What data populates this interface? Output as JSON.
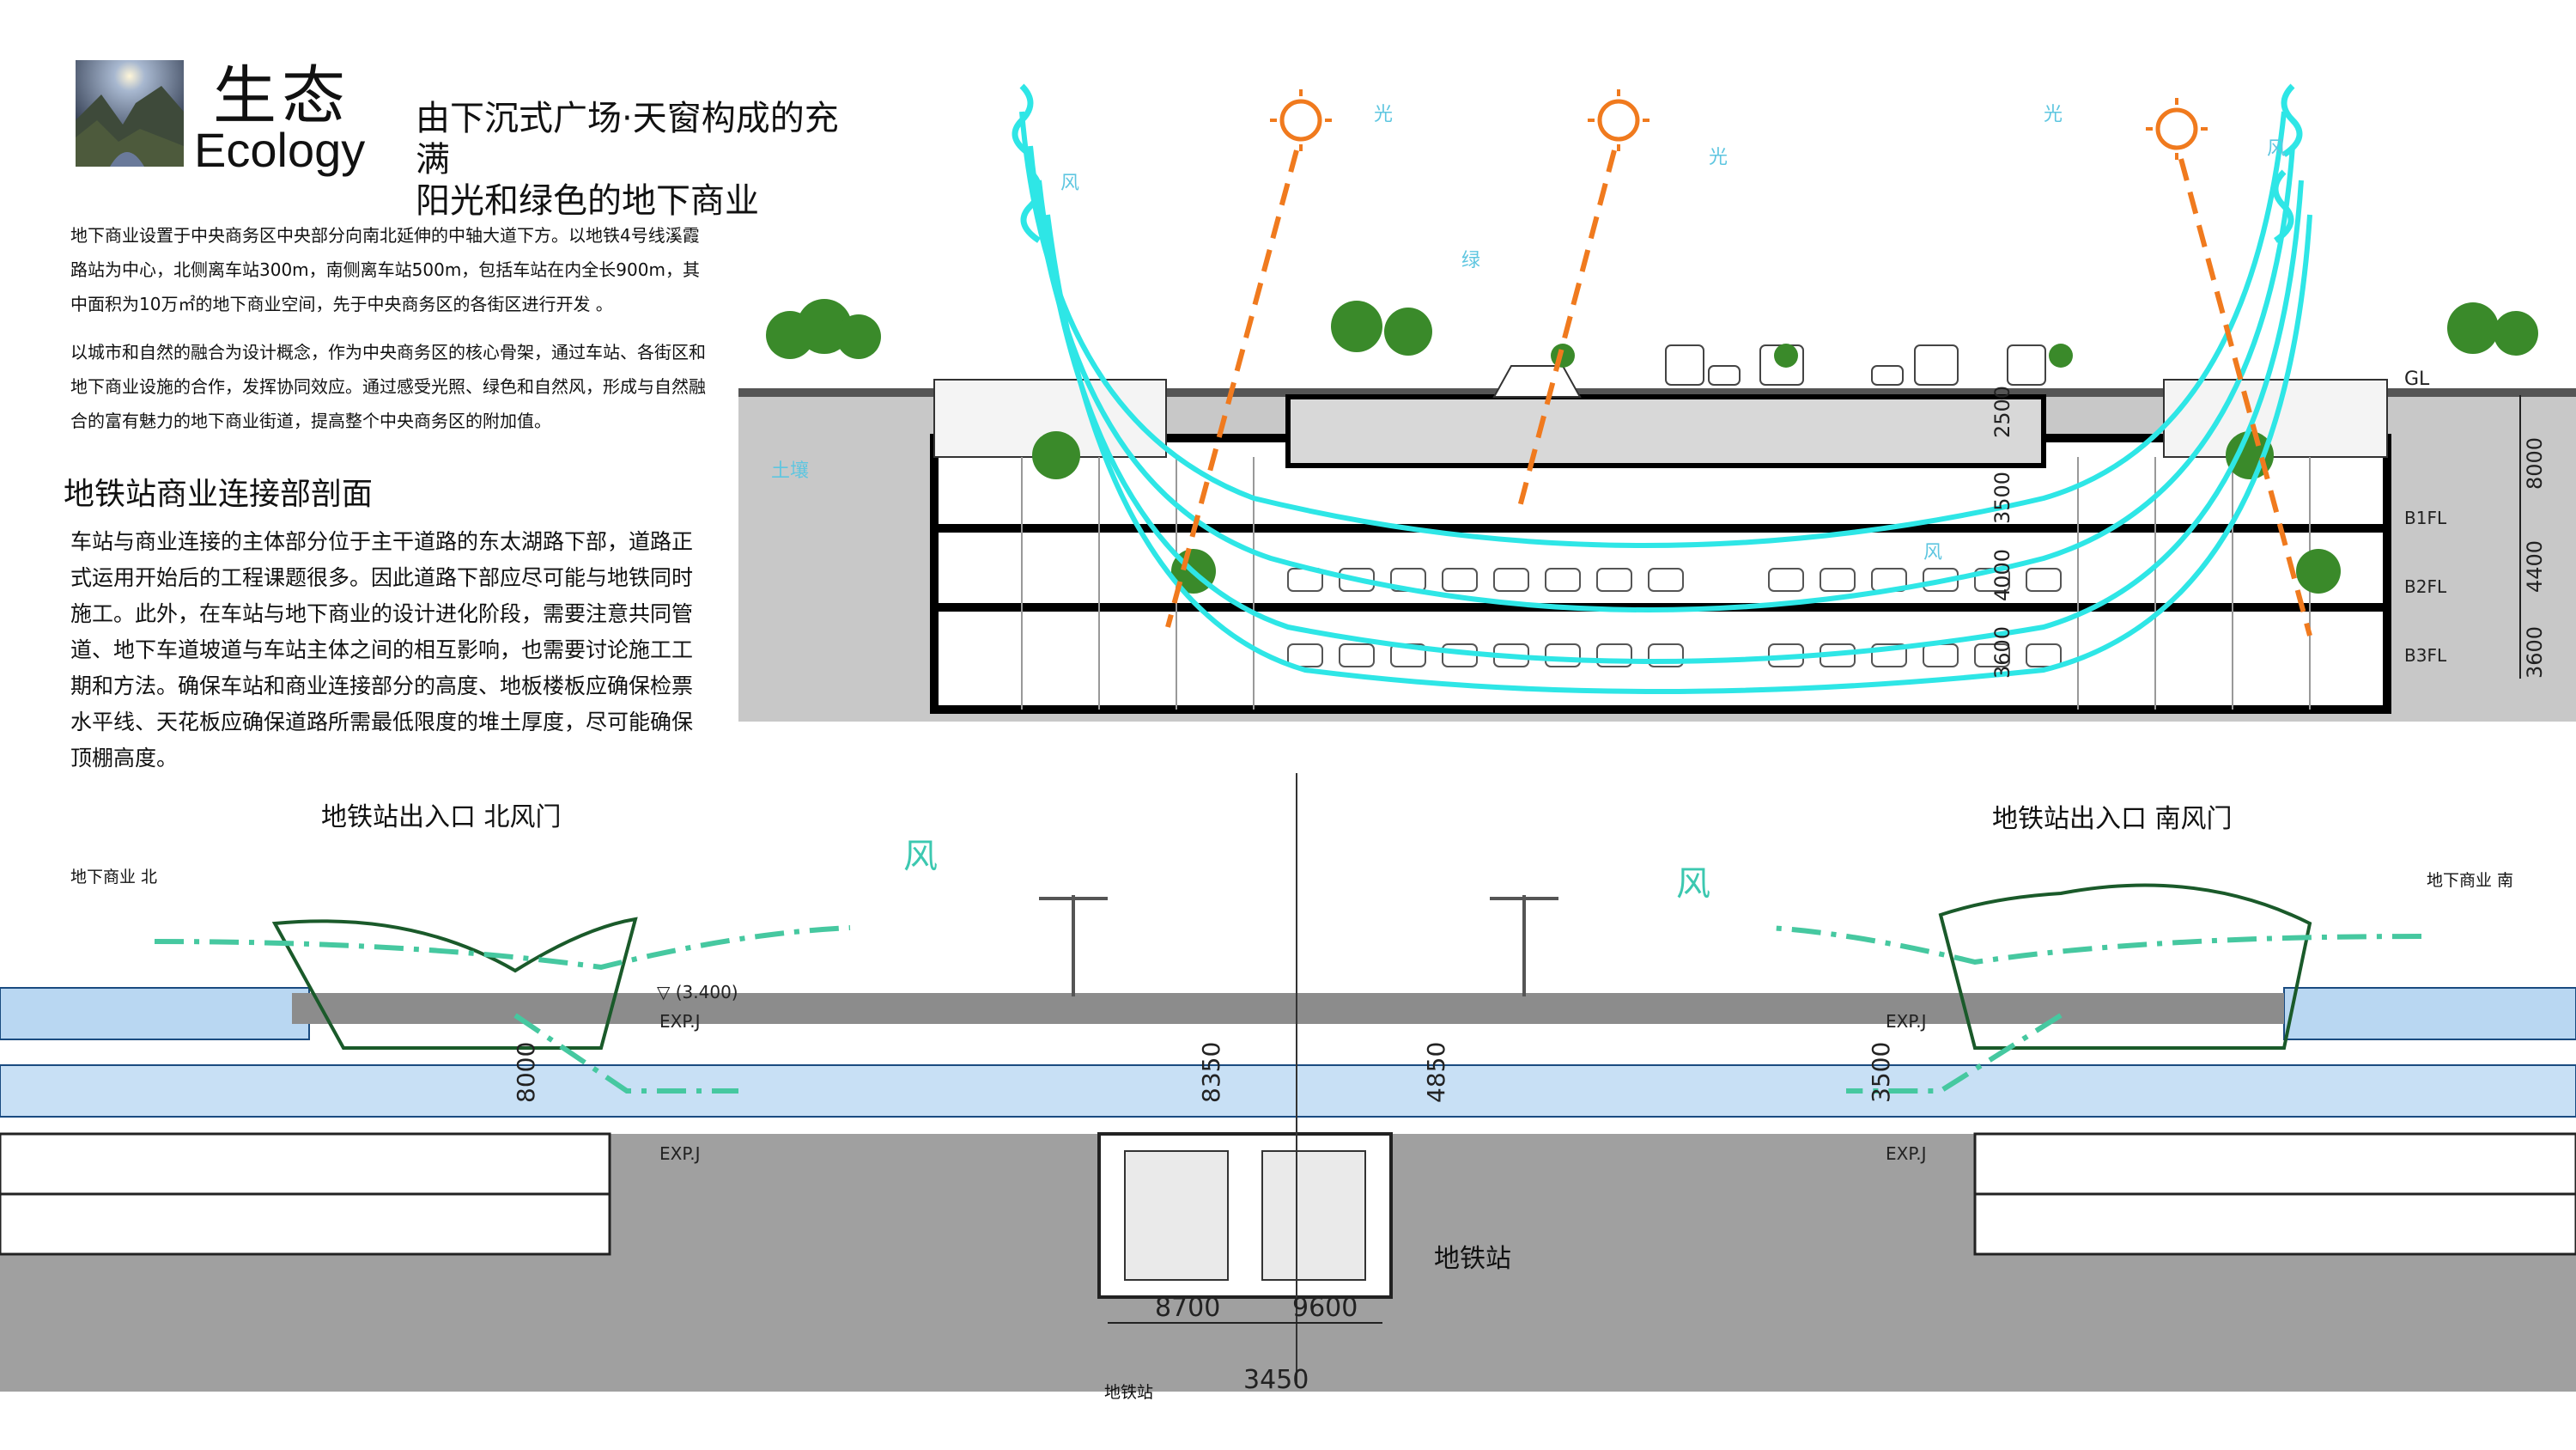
{
  "header": {
    "title_cn": "生态",
    "title_en": "Ecology",
    "subtitle_line1": "由下沉式广场·天窗构成的充满",
    "subtitle_line2": "阳光和绿色的地下商业"
  },
  "intro": {
    "paragraph1": "地下商业设置于中央商务区中央部分向南北延伸的中轴大道下方。以地铁4号线溪霞路站为中心，北侧离车站300m，南侧离车站500m，包括车站在内全长900m，其中面积为10万㎡的地下商业空间，先于中央商务区的各街区进行开发 。",
    "paragraph2": "以城市和自然的融合为设计概念，作为中央商务区的核心骨架，通过车站、各街区和地下商业设施的合作，发挥协同效应。通过感受光照、绿色和自然风，形成与自然融合的富有魅力的地下商业街道，提高整个中央商务区的附加值。"
  },
  "section": {
    "title": "地铁站商业连接部剖面",
    "paragraph": "车站与商业连接的主体部分位于主干道路的东太湖路下部，道路正式运用开始后的工程课题很多。因此道路下部应尽可能与地铁同时施工。此外，在车站与地下商业的设计进化阶段，需要注意共同管道、地下车道坡道与车站主体之间的相互影响，也需要讨论施工工期和方法。确保车站和商业连接部分的高度、地板楼板应确保检票水平线、天花板应确保道路所需最低限度的堆土厚度，尽可能确保顶棚高度。"
  },
  "upper_section": {
    "soil_label": "土壤",
    "light_labels": [
      "光",
      "光",
      "光"
    ],
    "wind_labels": [
      "风",
      "风",
      "风"
    ],
    "green_label": "绿",
    "level_labels": [
      "GL",
      "B1FL",
      "B2FL",
      "B3FL"
    ],
    "dimensions_right": [
      "8000",
      "4400",
      "3600"
    ],
    "dimensions_mid": [
      "2500",
      "3500",
      "4000",
      "3600"
    ]
  },
  "lower_section": {
    "north_entrance": "地铁站出入口  北风门",
    "south_entrance": "地铁站出入口  南风门",
    "north_commercial": "地下商业 北",
    "south_commercial": "地下商业 南",
    "wind_left": "风",
    "wind_right": "风",
    "elevation": "▽ (3.400)",
    "exp_labels": [
      "EXP.J",
      "EXP.J",
      "EXP.J",
      "EXP.J"
    ],
    "dims": [
      "8000",
      "8350",
      "4850",
      "3500"
    ],
    "bottom_dims": [
      "8700",
      "9600",
      "3450"
    ],
    "station_label": "地铁站",
    "station_label_small": "地铁站"
  },
  "colors": {
    "wind_cyan": "#2ee6e6",
    "sun_orange": "#f07a1e",
    "dash_green": "#46c8a0",
    "tree_green": "#3a8a2a",
    "commercial_blue": "#c8e0f5",
    "ground_gray": "#9a9a9a"
  }
}
